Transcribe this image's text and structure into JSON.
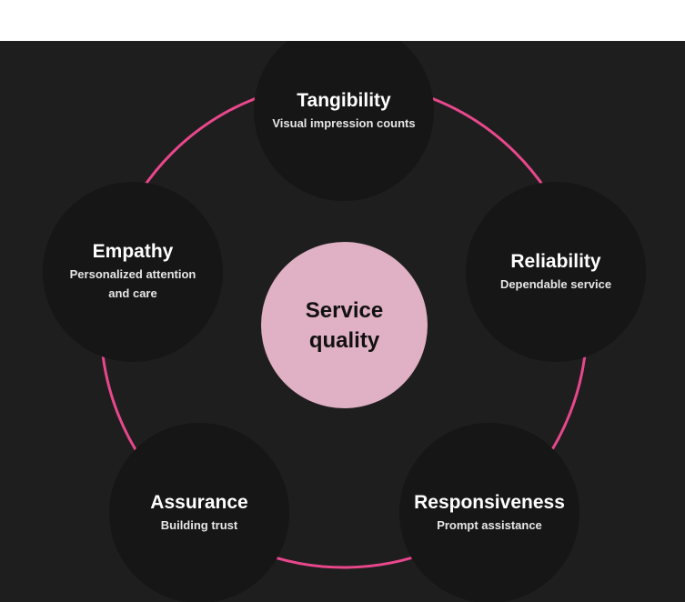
{
  "center": {
    "label": "Service quality"
  },
  "nodes": [
    {
      "title": "Tangibility",
      "subtitle": "Visual impression counts"
    },
    {
      "title": "Reliability",
      "subtitle": "Dependable service"
    },
    {
      "title": "Responsiveness",
      "subtitle": "Prompt assistance"
    },
    {
      "title": "Assurance",
      "subtitle": "Building trust"
    },
    {
      "title": "Empathy",
      "subtitle": "Personalized attention and care"
    }
  ],
  "colors": {
    "background": "#1e1e1e",
    "node_fill": "#161616",
    "ring": "#e8478c",
    "center_fill": "#e0b0c4"
  }
}
